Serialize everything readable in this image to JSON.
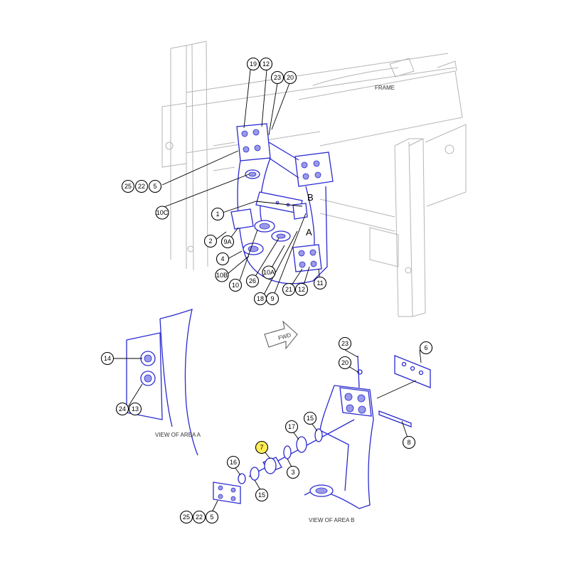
{
  "labels": {
    "frame": "FRAME",
    "view_area_a": "VIEW OF AREA A",
    "view_area_b": "VIEW OF AREA B",
    "area_a": "A",
    "area_b": "B",
    "fwd": "FWD"
  },
  "callouts": {
    "c19": "19",
    "c12a": "12",
    "c23a": "23",
    "c20a": "20",
    "c25a": "25",
    "c22a": "22",
    "c5a": "5",
    "c10c": "10C",
    "c1": "1",
    "c2": "2",
    "c9a": "9A",
    "c4": "4",
    "c10b": "10B",
    "c10": "10",
    "c26": "26",
    "c10a": "10A",
    "c18": "18",
    "c9": "9",
    "c21": "21",
    "c12b": "12",
    "c11": "11",
    "c14": "14",
    "c24": "24",
    "c13": "13",
    "c23b": "23",
    "c20b": "20",
    "c6": "6",
    "c8": "8",
    "c15a": "15",
    "c17": "17",
    "c7": "7",
    "c3": "3",
    "c16": "16",
    "c15b": "15",
    "c25b": "25",
    "c22b": "22",
    "c5b": "5"
  },
  "highlight_color": "#ffee55",
  "part_color": "#2a2ad0",
  "frame_color": "#b5b5b5"
}
